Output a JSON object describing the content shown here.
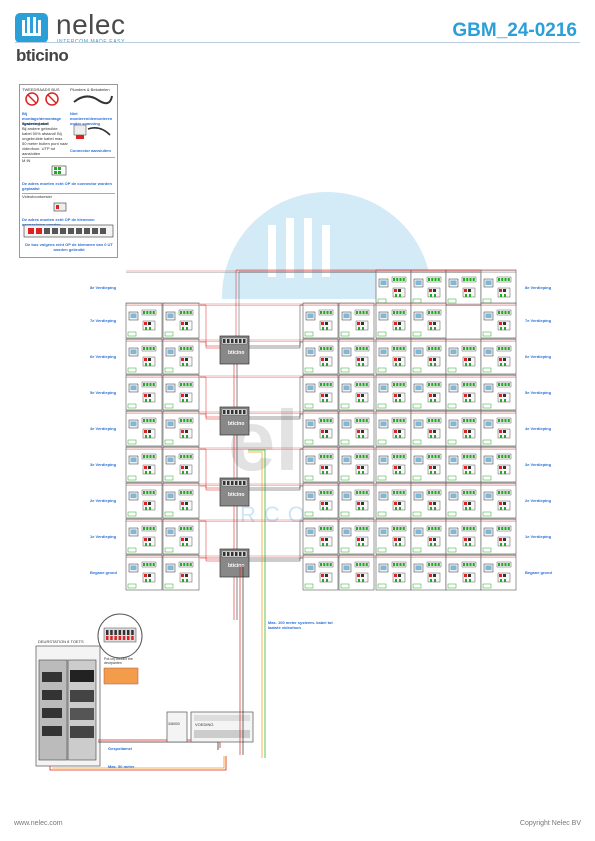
{
  "header": {
    "brand": "nelec",
    "tagline": "INTERCOM MADE EASY",
    "partner": "bticino",
    "doc_number": "GBM_24-0216"
  },
  "legend": {
    "title_1": "TWEEDRAADS BUS",
    "title_2": "Plunders & Bekabelen",
    "note_1": "Bij montage/demontage spanning eraf",
    "note_2": "Niet monteren/demonteren onder spanning",
    "cable_title": "Systeemkabel",
    "cable_text": "Bij andere gebruikte kabel 50% afstand! Bij ongebruikte kabel max. 50 meter buiten punt naar videofoon. UTP tot aansluiten",
    "connector_note": "Connector aansluiten",
    "mon_title": "M IN",
    "mon_note": "De adres moeten echt OP de connector worden geplaatst",
    "video_title": "Videofoontoestel",
    "video_note": "De adres moeten echt OP de klemmen aangesloten worden",
    "bottom_note": "De bus volgens echt OP de klemmen van 0 UT worden gebruikt"
  },
  "floors": {
    "left": [
      "8e Verdieping",
      "7e Verdieping",
      "6e Verdieping",
      "5e Verdieping",
      "4e Verdieping",
      "3e Verdieping",
      "2e Verdieping",
      "1e Verdieping",
      "Begane grond"
    ],
    "right": [
      "8e Verdieping",
      "7e Verdieping",
      "6e Verdieping",
      "5e Verdieping",
      "4e Verdieping",
      "3e Verdieping",
      "2e Verdieping",
      "1e Verdieping",
      "Begane grond"
    ]
  },
  "distributor_label": "bticino",
  "annotations": {
    "max_cable": "Max. 100 meter systeem- kabel tot laatste videofoon",
    "max_50": "Max. 50 meter",
    "gespotlamel": "Gespotlamel",
    "cabinet_label": "DEURSTATION 8 TOETS",
    "note_box": "Pot.vrij contact the deurpanten"
  },
  "power": {
    "unit_1": "346000",
    "unit_2": "VOEDING"
  },
  "footer": {
    "left": "www.nelec.com",
    "right": "Copyright Nelec BV"
  }
}
